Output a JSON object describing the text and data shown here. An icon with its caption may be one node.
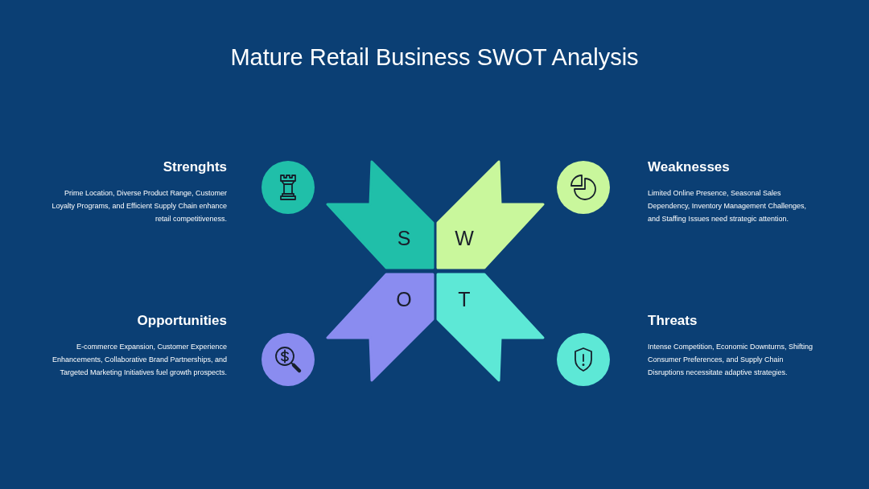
{
  "diagram": {
    "title": "Mature Retail Business SWOT Analysis",
    "nodes": [
      {
        "text": [
          "S"
        ]
      },
      {
        "text": [
          "W"
        ]
      },
      {
        "text": [
          "O"
        ]
      },
      {
        "text": [
          "T"
        ]
      }
    ],
    "labels": [
      "Strenghts",
      "Prime Location, Diverse Product Range, Customer Loyalty Programs, and Efficient Supply Chain enhance retail competitiveness.",
      "Weaknesses",
      "Limited Online Presence, Seasonal Sales Dependency, Inventory Management Challenges, and Staffing Issues need strategic attention.",
      "Opportunities",
      "E-commerce Expansion, Customer Experience Enhancements, Collaborative Brand Partnerships, and Targeted Marketing Initiatives fuel growth prospects.",
      "Threats",
      "Intense Competition, Economic Downturns, Shifting Consumer Preferences, and Supply Chain Disruptions necessitate adaptive strategies."
    ]
  }
}
